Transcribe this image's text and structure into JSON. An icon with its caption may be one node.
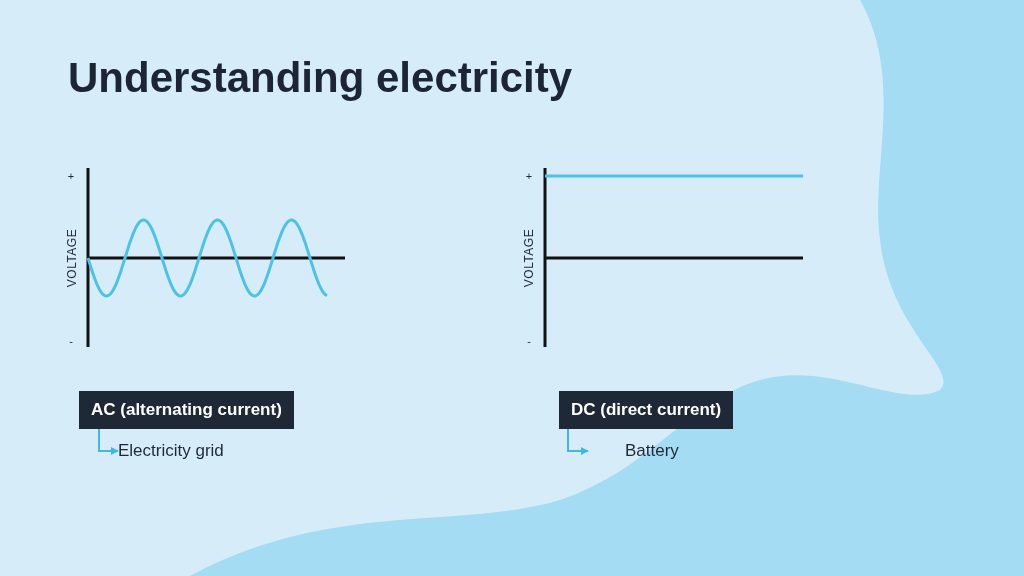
{
  "diagram": {
    "title": "Understanding electricity",
    "nodes": [
      {
        "text": [
          "AC (alternating current)"
        ]
      },
      {
        "text": [
          "Electricity grid"
        ]
      },
      {
        "text": [
          "DC (direct current)"
        ]
      },
      {
        "text": [
          "Battery"
        ]
      }
    ],
    "edges": [
      {
        "from": 0,
        "to": 1,
        "arrow": "to"
      },
      {
        "from": 2,
        "to": 3,
        "arrow": "to"
      }
    ],
    "labels": [
      "+",
      "VOLTAGE",
      "-",
      "+",
      "VOLTAGE",
      "-"
    ]
  }
}
